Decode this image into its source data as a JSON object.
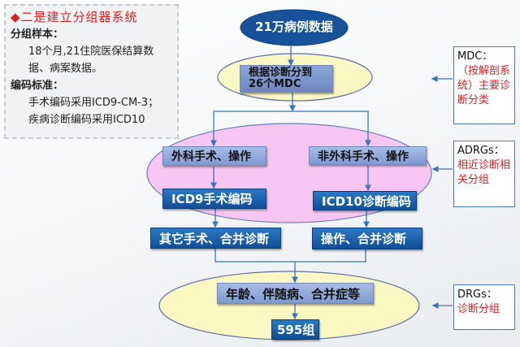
{
  "info": {
    "title": "二是建立分组器系统",
    "sample_heading": "分组样本：",
    "sample_text": "18个月,21住院医保结算数据、病案数据。",
    "coding_heading": "编码标准：",
    "coding_line1": "手术编码采用ICD9-CM-3；",
    "coding_line2": "疾病诊断编码采用ICD10"
  },
  "flow": {
    "start": "21万病例数据",
    "mdc_step": "根据诊断分到26个MDC",
    "surgical": "外科手术、操作",
    "non_surgical": "非外科手术、操作",
    "icd9": "ICD9手术编码",
    "icd10": "ICD10诊断编码",
    "other_surgery": "其它手术、合并诊断",
    "operation_diag": "操作、合并诊断",
    "factors": "年龄、伴随病、合并症等",
    "result": "595组"
  },
  "legend": {
    "mdc_key": "MDC：",
    "mdc_desc": "（按解剖系统）主要诊断分类",
    "adrg_key": "ADRGs：",
    "adrg_desc": "相近诊断相关分组",
    "drg_key": "DRGs：",
    "drg_desc": "诊断分组"
  },
  "colors": {
    "accent_red": "#e02020",
    "dark_blue": "#0f4f96",
    "light_blue": "#8fa8d8",
    "pink": "#f7c6f2",
    "yellow": "#fbf8c4"
  }
}
